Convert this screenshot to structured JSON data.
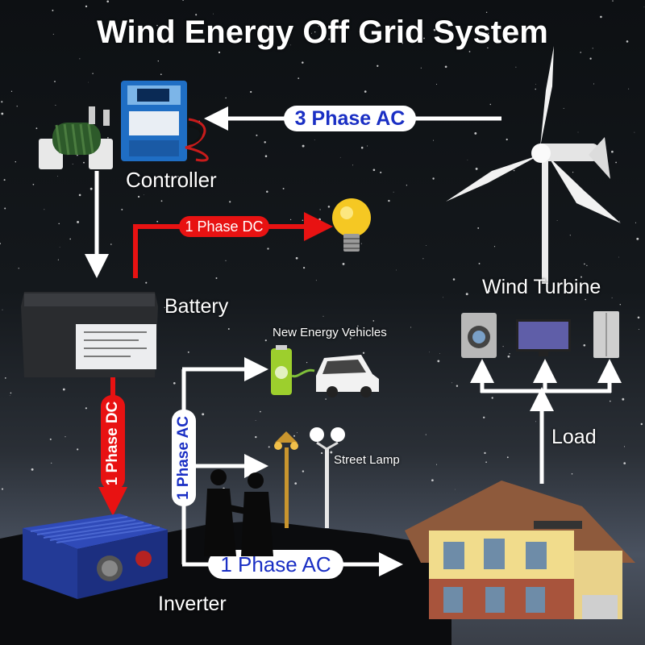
{
  "title": "Wind Energy Off Grid System",
  "components": {
    "controller": "Controller",
    "battery": "Battery",
    "inverter": "Inverter",
    "wind_turbine": "Wind Turbine",
    "new_energy_vehicles": "New Energy Vehicles",
    "street_lamp": "Street Lamp",
    "load": "Load"
  },
  "connections": {
    "turbine_to_controller": "3 Phase AC",
    "controller_to_bulb": "1 Phase DC",
    "battery_to_inverter": "1 Phase DC",
    "inverter_vertical": "1 Phase AC",
    "inverter_to_house": "1 Phase AC"
  },
  "colors": {
    "arrow_white": "#ffffff",
    "arrow_red": "#e81212",
    "label_blue": "#1a2fc4"
  }
}
